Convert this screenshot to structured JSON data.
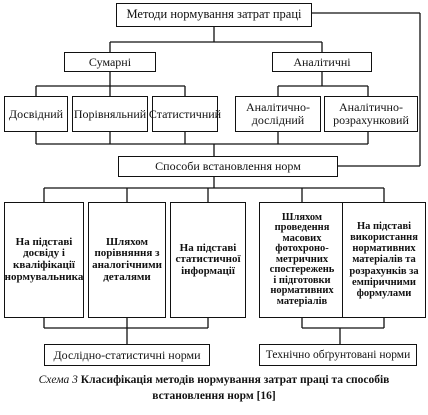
{
  "diagram": {
    "title": "Методи нормування затрат праці",
    "summary": "Сумарні",
    "analytic": "Аналітичні",
    "experimental": "Досвідний",
    "comparative": "Порівняльний",
    "statistical": "Статистичний",
    "analytic_experimental": "Аналітично-\nдослідний",
    "analytic_calculative": "Аналітично-\nрозрахунковий",
    "norm_methods": "Способи встановлення норм",
    "method_1": "На підставі\nдосвіду і\nкваліфікації\nнормувальника",
    "method_2": "Шляхом\nпорівняння з\nаналогічними\nдеталями",
    "method_3": "На підставі\nстатистичної\nінформації",
    "method_4": "Шляхом\nпроведення\nмасових\nфотохроно-\nметричних\nспостережень\nі підготовки\nнормативних\nматеріалів",
    "method_5": "На підставі\nвикористання\nнормативних\nматеріалів та\nрозрахунків за\nемпіричними\nформулами",
    "norm_experimental_statistical": "Дослідно-статистичні норми",
    "norm_technical": "Технічно обґрунтовані норми"
  },
  "caption": {
    "label": "Схема 3",
    "line1": "Класифікація методів нормування затрат праці та способів",
    "line2": "встановлення норм [16]"
  }
}
